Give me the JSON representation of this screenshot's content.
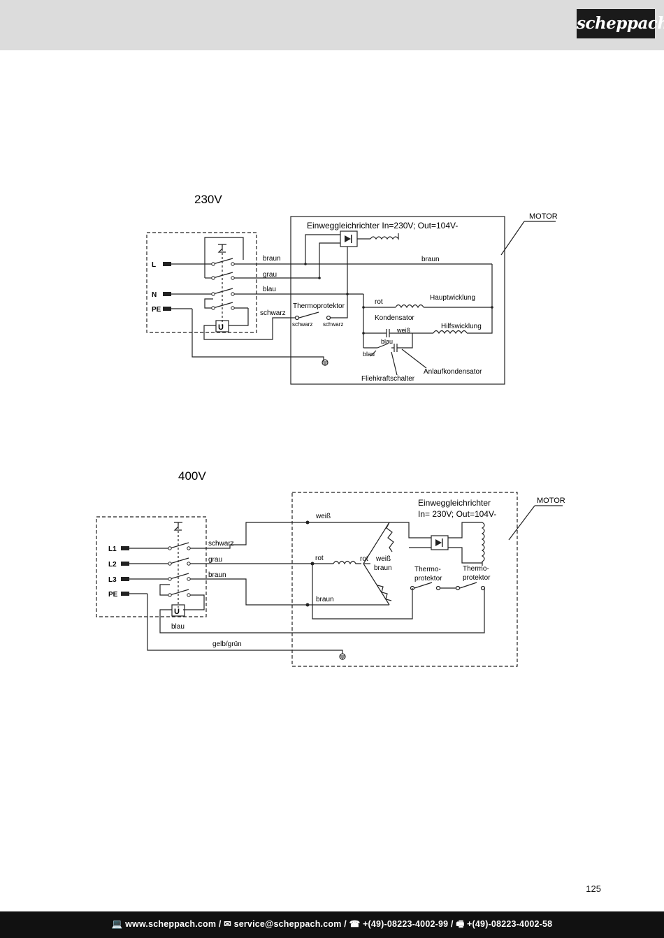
{
  "header": {
    "brand": "scheppach"
  },
  "diagram_230v": {
    "title": "230V",
    "rectifier": "Einweggleichrichter In=230V; Out=104V-",
    "motor_label": "MOTOR",
    "terminals": [
      "L",
      "N",
      "PE"
    ],
    "wires": {
      "braun_1": "braun",
      "grau": "grau",
      "blau": "blau",
      "schwarz": "schwarz",
      "braun_2": "braun",
      "rot": "rot",
      "weiss": "weiß",
      "blau_2": "blau",
      "blau_3": "blau",
      "schwarz_a": "schwarz",
      "schwarz_b": "schwarz"
    },
    "components": {
      "thermoprotektor": "Thermoprotektor",
      "hauptwicklung": "Hauptwicklung",
      "kondensator": "Kondensator",
      "hilfswicklung": "Hilfswicklung",
      "anlaufkondensator": "Anlaufkondensator",
      "fliehkraftschalter": "Fliehkraftschalter"
    }
  },
  "diagram_400v": {
    "title": "400V",
    "rectifier_line1": "Einweggleichrichter",
    "rectifier_line2": "In= 230V; Out=104V-",
    "motor_label": "MOTOR",
    "terminals": [
      "L1",
      "L2",
      "L3",
      "PE"
    ],
    "wires": {
      "schwarz": "schwarz",
      "grau": "grau",
      "braun": "braun",
      "blau": "blau",
      "gelb_gruen": "gelb/grün",
      "weiss_1": "weiß",
      "rot_1": "rot",
      "rot_2": "rot",
      "weiss_2": "weiß",
      "braun_2": "braun",
      "braun_3": "braun"
    },
    "components": {
      "thermo_1_line1": "Thermo-",
      "thermo_1_line2": "protektor",
      "thermo_2_line1": "Thermo-",
      "thermo_2_line2": "protektor"
    }
  },
  "page_number": "125",
  "footer": {
    "website": "www.scheppach.com",
    "email": "service@scheppach.com",
    "phone": "+(49)-08223-4002-99",
    "fax": "+(49)-08223-4002-58",
    "separator": " / ",
    "icon_names": [
      "computer-icon",
      "mail-icon",
      "phone-icon",
      "fax-icon"
    ]
  }
}
